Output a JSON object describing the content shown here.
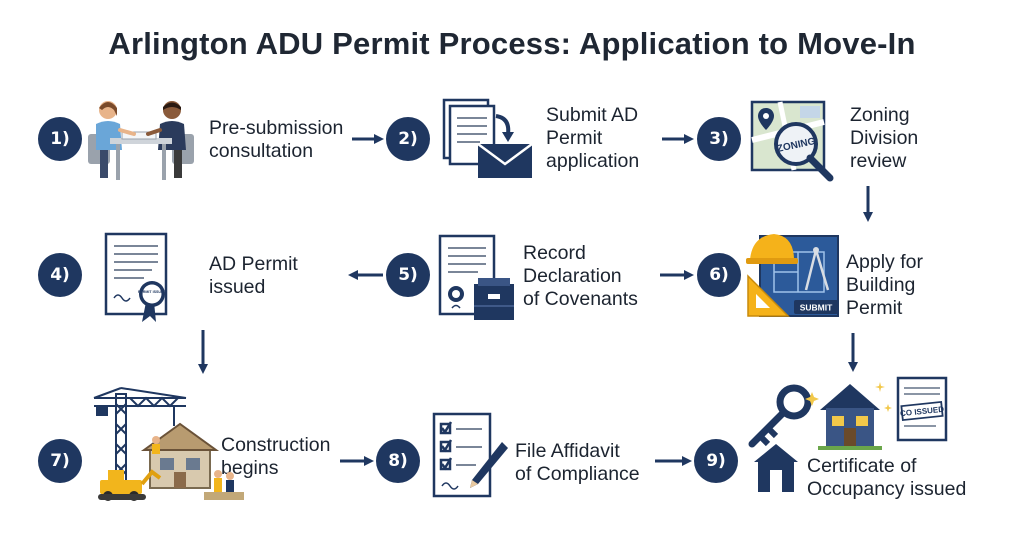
{
  "title": "Arlington ADU Permit Process: Application to Move-In",
  "accent": "#1f3760",
  "steps": [
    {
      "num": "1)",
      "lines": [
        "Pre-submission",
        "consultation"
      ],
      "icon": "consultation-meeting-icon"
    },
    {
      "num": "2)",
      "lines": [
        "Submit AD",
        "Permit",
        "application"
      ],
      "icon": "document-envelope-icon"
    },
    {
      "num": "3)",
      "lines": [
        "Zoning",
        "Division",
        "review"
      ],
      "icon": "map-magnifier-icon"
    },
    {
      "num": "4)",
      "lines": [
        "AD Permit",
        "issued"
      ],
      "icon": "certificate-ribbon-icon"
    },
    {
      "num": "5)",
      "lines": [
        "Record",
        "Declaration",
        "of Covenants"
      ],
      "icon": "document-seal-cabinet-icon"
    },
    {
      "num": "6)",
      "lines": [
        "Apply for",
        "Building",
        "Permit"
      ],
      "icon": "blueprint-hardhat-icon"
    },
    {
      "num": "7)",
      "lines": [
        "Construction",
        "begins"
      ],
      "icon": "crane-construction-icon"
    },
    {
      "num": "8)",
      "lines": [
        "File Affidavit",
        "of Compliance"
      ],
      "icon": "checklist-pen-icon"
    },
    {
      "num": "9)",
      "lines": [
        "Certificate of",
        "Occupancy issued"
      ],
      "icon": "house-key-icon"
    }
  ],
  "icon_text": {
    "zoning": "ZONING",
    "permit_seal": "PERMIT ISSUED",
    "submit": "SUBMIT",
    "co_issued": "CO ISSUED"
  }
}
